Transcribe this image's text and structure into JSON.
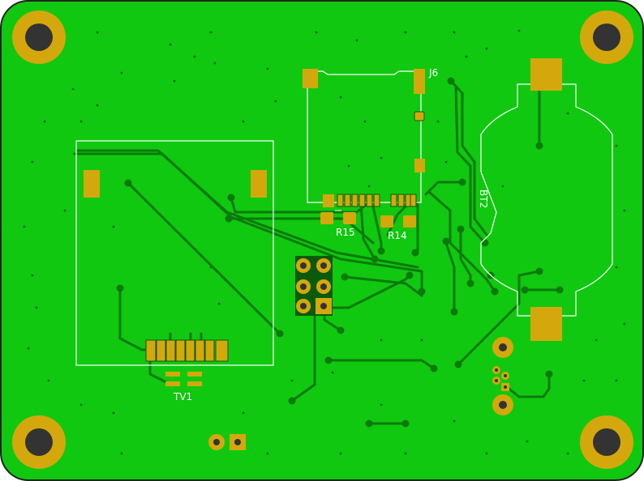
{
  "board": {
    "colors": {
      "copper_fill": "#10c810",
      "trace": "#0a7a0a",
      "pad": "#d4a80c",
      "silkscreen": "#ffffff",
      "hole": "#333333",
      "edge": "#222222",
      "via_dot": "#0a6a0a"
    }
  },
  "designators": {
    "j6": "J6",
    "bt2": "BT2",
    "r15": "R15",
    "r14": "R14",
    "tv1": "TV1"
  }
}
